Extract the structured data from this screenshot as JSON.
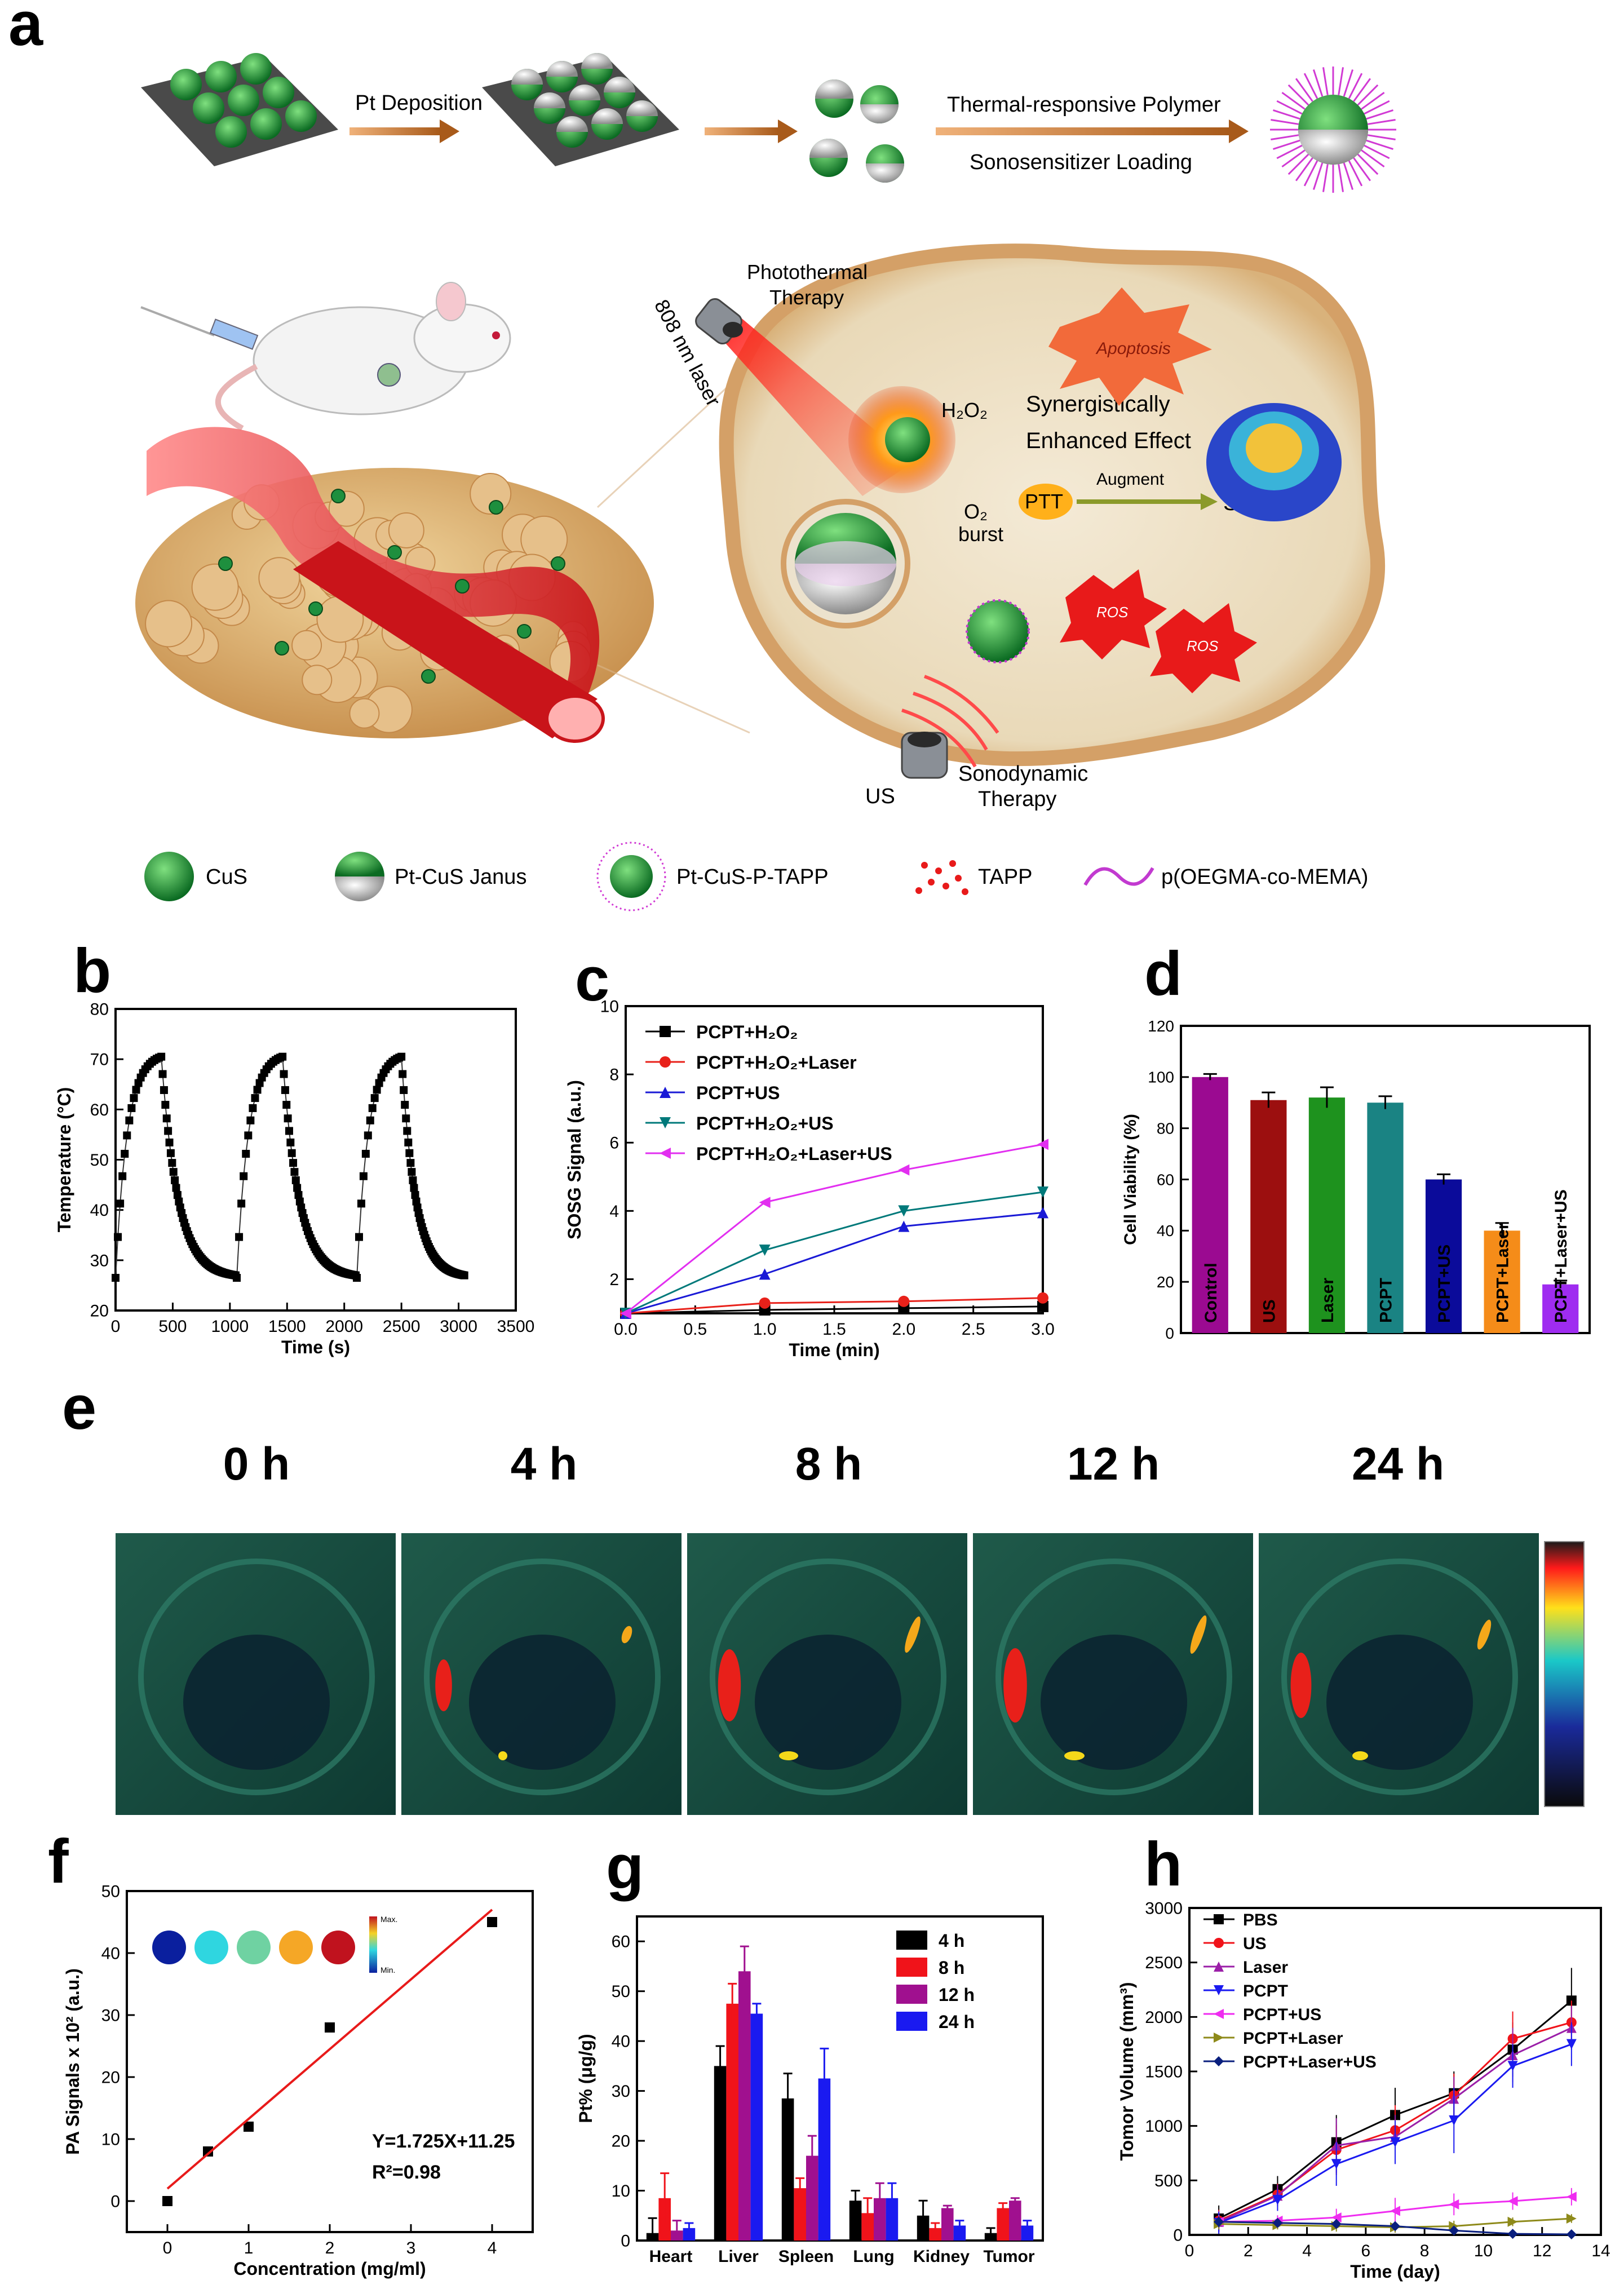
{
  "panel_letters": [
    "a",
    "b",
    "c",
    "d",
    "e",
    "f",
    "g",
    "h"
  ],
  "panel_a": {
    "steps": {
      "step1": "Pt Deposition",
      "step3a": "Thermal-responsive Polymer",
      "step3b": "Sonosensitizer Loading"
    },
    "labels": {
      "laser": "808 nm laser",
      "ptt_title_1": "Photothermal",
      "ptt_title_2": "Therapy",
      "h2o2": "H₂O₂",
      "synergy_1": "Synergistically",
      "synergy_2": "Enhanced Effect",
      "augment": "Augment",
      "ptt": "PTT",
      "sdt": "SDT",
      "o2_1": "O₂",
      "o2_2": "burst",
      "ros": "ROS",
      "apoptosis": "Apoptosis",
      "us": "US",
      "sdt_title_1": "Sonodynamic",
      "sdt_title_2": "Therapy"
    },
    "legend": [
      "CuS",
      "Pt-CuS Janus",
      "Pt-CuS-P-TAPP",
      "TAPP",
      "p(OEGMA-co-MEMA)"
    ]
  },
  "panel_e": {
    "time_labels": [
      "0 h",
      "4 h",
      "8 h",
      "12 h",
      "24 h"
    ]
  },
  "chart_data": [
    {
      "id": "b",
      "type": "scatter",
      "xlabel": "Time (s)",
      "ylabel": "Temperature (°C)",
      "xlim": [
        0,
        3500
      ],
      "ylim": [
        20,
        80
      ],
      "xticks": [
        0,
        500,
        1000,
        1500,
        2000,
        2500,
        3000,
        3500
      ],
      "yticks": [
        20,
        30,
        40,
        50,
        60,
        70,
        80
      ],
      "cycles": [
        {
          "heat_start": 0,
          "peak_time": 400,
          "cool_end": 1050
        },
        {
          "heat_start": 1060,
          "peak_time": 1460,
          "cool_end": 2100
        },
        {
          "heat_start": 2110,
          "peak_time": 2500,
          "cool_end": 3050
        }
      ],
      "baseline_temp": 26.5,
      "peak_temp": 70.5,
      "legend_placement": "none"
    },
    {
      "id": "c",
      "type": "line",
      "xlabel": "Time (min)",
      "ylabel": "SOSG Signal (a.u.)",
      "xlim": [
        0,
        3.0
      ],
      "ylim": [
        1,
        10
      ],
      "xticks": [
        0.0,
        0.5,
        1.0,
        1.5,
        2.0,
        2.5,
        3.0
      ],
      "yticks": [
        2,
        4,
        6,
        8,
        10
      ],
      "x": [
        0,
        1,
        2,
        3
      ],
      "series": [
        {
          "name": "PCPT+H₂O₂",
          "color": "#000000",
          "marker": "square",
          "values": [
            1.0,
            1.1,
            1.15,
            1.2
          ]
        },
        {
          "name": "PCPT+H₂O₂+Laser",
          "color": "#e8211a",
          "marker": "circle",
          "values": [
            1.0,
            1.3,
            1.35,
            1.45
          ]
        },
        {
          "name": "PCPT+US",
          "color": "#1a1ad6",
          "marker": "triangle-up",
          "values": [
            1.0,
            2.15,
            3.55,
            3.95
          ]
        },
        {
          "name": "PCPT+H₂O₂+US",
          "color": "#00797a",
          "marker": "triangle-down",
          "values": [
            1.0,
            2.85,
            4.0,
            4.55
          ]
        },
        {
          "name": "PCPT+H₂O₂+Laser+US",
          "color": "#e22ff0",
          "marker": "triangle-left",
          "values": [
            1.0,
            4.25,
            5.2,
            5.95
          ]
        }
      ],
      "legend_placement": "top-left"
    },
    {
      "id": "d",
      "type": "bar",
      "ylabel": "Cell Viability (%)",
      "ylim": [
        0,
        120
      ],
      "yticks": [
        0,
        20,
        40,
        60,
        80,
        100,
        120
      ],
      "categories": [
        "Control",
        "US",
        "Laser",
        "PCPT",
        "PCPT+US",
        "PCPT+Laser",
        "PCPT+Laser+US"
      ],
      "values": [
        100,
        91,
        92,
        90,
        60,
        40,
        19
      ],
      "errors": [
        1.2,
        3,
        4,
        2.5,
        2,
        3,
        1.5
      ],
      "colors": [
        "#9b0a91",
        "#9c0f0f",
        "#1e921e",
        "#1a8383",
        "#0b0b9a",
        "#f58c19",
        "#9f2cf0"
      ]
    },
    {
      "id": "f",
      "type": "scatter",
      "xlabel": "Concentration (mg/ml)",
      "ylabel": "PA Signals x 10² (a.u.)",
      "xlim": [
        -0.5,
        4.5
      ],
      "ylim": [
        -5,
        50
      ],
      "xticks": [
        0,
        1,
        2,
        3,
        4
      ],
      "yticks": [
        0,
        10,
        20,
        30,
        40,
        50
      ],
      "x": [
        0,
        0.5,
        1,
        2,
        4
      ],
      "y": [
        0,
        8,
        12,
        28,
        45
      ],
      "fit": {
        "slope": 1.725,
        "intercept": 11.25
      },
      "annotation": [
        "Y=1.725X+11.25",
        "R²=0.98"
      ],
      "colorbar": {
        "max": "Max.",
        "min": "Min."
      },
      "inset_colors": [
        "#0a1f9e",
        "#2fd6e0",
        "#6fd2a2",
        "#f5a726",
        "#c0121e"
      ]
    },
    {
      "id": "g",
      "type": "bar",
      "ylabel": "Pt% (μg/g)",
      "ylim": [
        0,
        65
      ],
      "yticks": [
        0,
        10,
        20,
        30,
        40,
        50,
        60
      ],
      "categories": [
        "Heart",
        "Liver",
        "Spleen",
        "Lung",
        "Kidney",
        "Tumor"
      ],
      "series": [
        {
          "name": "4 h",
          "color": "#000000",
          "values": [
            1.5,
            35,
            28.5,
            8,
            5,
            1.5
          ],
          "errors": [
            3,
            4,
            5,
            2,
            3,
            1
          ]
        },
        {
          "name": "8 h",
          "color": "#f0131a",
          "values": [
            8.5,
            47.5,
            10.5,
            5.5,
            2.5,
            6.5
          ],
          "errors": [
            5,
            4,
            2,
            3,
            1,
            1
          ]
        },
        {
          "name": "12 h",
          "color": "#a0108f",
          "values": [
            2,
            54,
            17,
            8.5,
            6.5,
            8
          ],
          "errors": [
            2,
            5,
            4,
            3,
            0.5,
            0.5
          ]
        },
        {
          "name": "24 h",
          "color": "#1a1af0",
          "values": [
            2.5,
            45.5,
            32.5,
            8.5,
            3,
            3
          ],
          "errors": [
            1,
            2,
            6,
            3,
            1,
            1
          ]
        }
      ],
      "legend_placement": "top-right"
    },
    {
      "id": "h",
      "type": "line",
      "xlabel": "Time (day)",
      "ylabel": "Tomor Volume (mm³)",
      "xlim": [
        0,
        14
      ],
      "ylim": [
        0,
        3000
      ],
      "xticks": [
        0,
        2,
        4,
        6,
        8,
        10,
        12,
        14
      ],
      "yticks": [
        0,
        500,
        1000,
        1500,
        2000,
        2500,
        3000
      ],
      "x": [
        1,
        3,
        5,
        7,
        9,
        11,
        13
      ],
      "series": [
        {
          "name": "PBS",
          "color": "#000000",
          "marker": "square",
          "values": [
            150,
            420,
            850,
            1100,
            1300,
            1700,
            2150
          ],
          "errors": [
            120,
            120,
            250,
            250,
            200,
            250,
            300
          ]
        },
        {
          "name": "US",
          "color": "#f0131a",
          "marker": "circle",
          "values": [
            130,
            370,
            780,
            960,
            1280,
            1800,
            1950
          ],
          "errors": [
            100,
            100,
            230,
            230,
            200,
            250,
            200
          ]
        },
        {
          "name": "Laser",
          "color": "#9b1fa8",
          "marker": "triangle-up",
          "values": [
            120,
            360,
            820,
            900,
            1250,
            1650,
            1900
          ],
          "errors": [
            100,
            100,
            250,
            200,
            200,
            250,
            200
          ]
        },
        {
          "name": "PCPT",
          "color": "#1a1af0",
          "marker": "triangle-down",
          "values": [
            110,
            320,
            650,
            850,
            1050,
            1550,
            1750
          ],
          "errors": [
            100,
            100,
            200,
            200,
            300,
            200,
            200
          ]
        },
        {
          "name": "PCPT+US",
          "color": "#ef2cf0",
          "marker": "triangle-left",
          "values": [
            120,
            130,
            160,
            220,
            280,
            310,
            350
          ],
          "errors": [
            60,
            50,
            80,
            120,
            100,
            80,
            80
          ]
        },
        {
          "name": "PCPT+Laser",
          "color": "#8e8a1a",
          "marker": "triangle-right",
          "values": [
            100,
            90,
            80,
            70,
            80,
            120,
            150
          ],
          "errors": [
            50,
            40,
            50,
            50,
            50,
            40,
            40
          ]
        },
        {
          "name": "PCPT+Laser+US",
          "color": "#0a1f7e",
          "marker": "diamond",
          "values": [
            120,
            110,
            100,
            80,
            40,
            10,
            5
          ],
          "errors": [
            50,
            40,
            40,
            40,
            30,
            10,
            5
          ]
        }
      ],
      "legend_placement": "top-left"
    }
  ]
}
